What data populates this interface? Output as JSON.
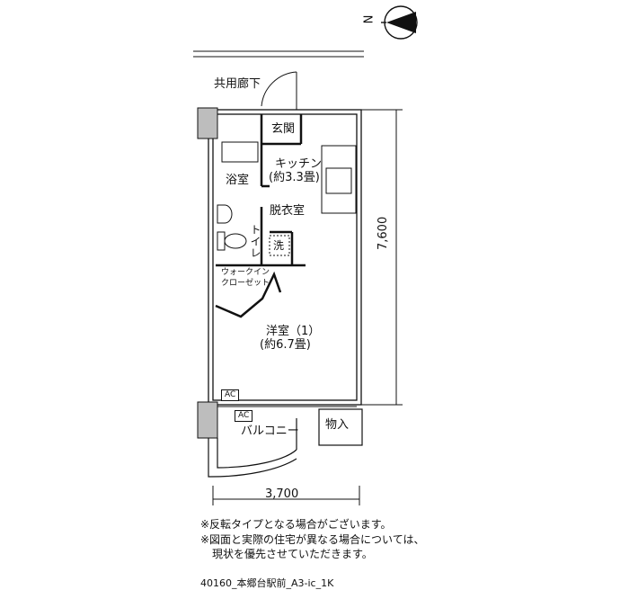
{
  "compass": {
    "north_label": "N"
  },
  "rooms": {
    "corridor": "共用廊下",
    "entrance": "玄関",
    "kitchen": "キッチン",
    "kitchen_size": "(約3.3畳)",
    "bath": "浴室",
    "dressing": "脱衣室",
    "toilet": "トイレ",
    "washer": "洗",
    "closet_line1": "ウォークイン",
    "closet_line2": "クローゼット",
    "western": "洋室（1）",
    "western_size": "(約6.7畳)",
    "ac1": "AC",
    "ac2": "AC",
    "balcony": "バルコニー",
    "storage": "物入"
  },
  "dimensions": {
    "height": "7,600",
    "width": "3,700"
  },
  "notes": {
    "line1": "※反転タイプとなる場合がございます。",
    "line2": "※図面と実際の住宅が異なる場合については、",
    "line3": "現状を優先させていただきます。"
  },
  "plan_code": "40160_本郷台駅前_A3-ic_1K"
}
